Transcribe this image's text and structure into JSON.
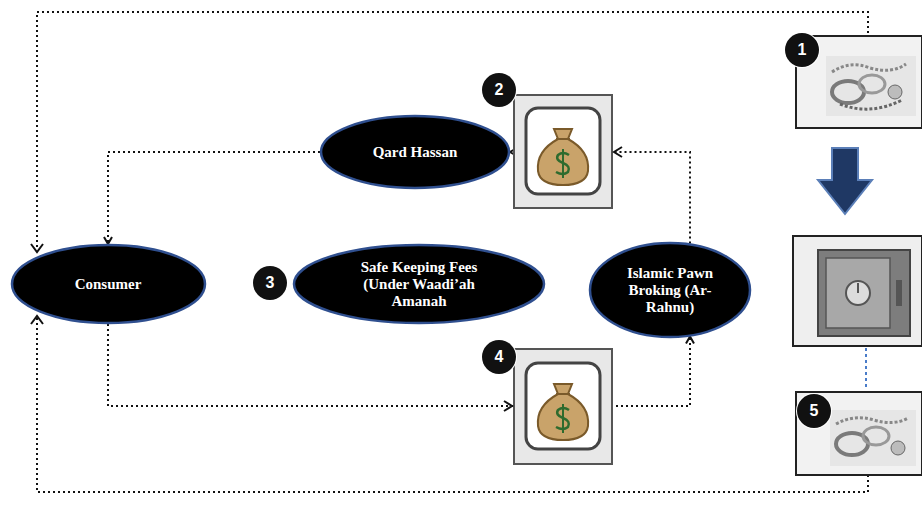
{
  "diagram": {
    "nodes": [
      {
        "text": [
          "Consumer"
        ]
      },
      {
        "text": [
          "Qard Hassan"
        ]
      },
      {
        "text": [
          "Safe Keeping Fees (Under Waadi’ah Amanah"
        ]
      },
      {
        "text": [
          "Islamic Pawn Broking (Ar-Rahnu)"
        ]
      }
    ],
    "edges": [
      {
        "from": 1,
        "to": 0,
        "arrow": "to"
      },
      {
        "from": 3,
        "to": 1,
        "arrow": "to"
      },
      {
        "from": 0,
        "to": 3,
        "arrow": "to"
      }
    ],
    "labels": [
      "1",
      "2",
      "3",
      "4",
      "5"
    ]
  }
}
